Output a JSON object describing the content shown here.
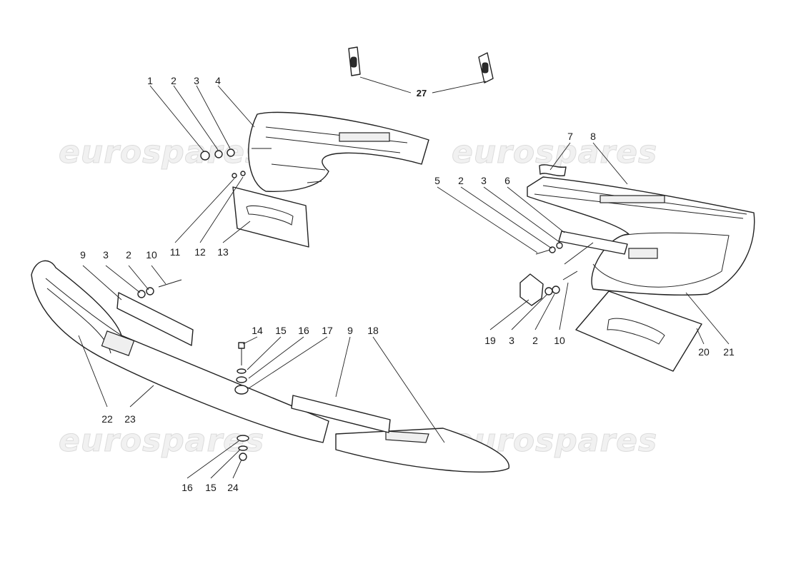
{
  "watermark": {
    "text": "eurospares",
    "color": "#e0e0e0"
  },
  "callouts": {
    "front_bumper_upper": [
      "1",
      "2",
      "3",
      "4"
    ],
    "front_plate": [
      "11",
      "12",
      "13"
    ],
    "rear_hardware_left": [
      "5",
      "2",
      "3",
      "6"
    ],
    "rear_bumper_upper": [
      "7",
      "8"
    ],
    "rear_bumper_lower": [
      "19",
      "3",
      "2",
      "10"
    ],
    "rear_plate": [
      "20",
      "21"
    ],
    "front_bracket": [
      "9",
      "3",
      "2",
      "10"
    ],
    "front_bumper_left": [
      "22",
      "23"
    ],
    "mount_hardware": [
      "14",
      "15",
      "16",
      "17"
    ],
    "front_bracket_right": [
      "9",
      "18"
    ],
    "lower_hardware": [
      "16",
      "15",
      "24"
    ],
    "clips": [
      "27"
    ]
  },
  "colors": {
    "line": "#222222",
    "background": "#ffffff"
  }
}
